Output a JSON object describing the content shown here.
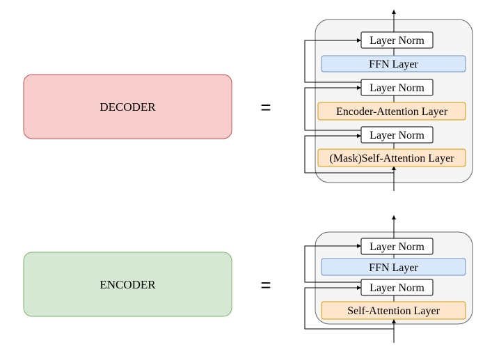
{
  "decoder": {
    "title": "DECODER",
    "equals": "=",
    "layers": {
      "norm_top": "Layer Norm",
      "ffn": "FFN Layer",
      "norm_mid": "Layer Norm",
      "cross_attention": "Encoder-Attention Layer",
      "norm_bottom": "Layer Norm",
      "self_attention": "(Mask)Self-Attention Layer"
    }
  },
  "encoder": {
    "title": "ENCODER",
    "equals": "=",
    "layers": {
      "norm_top": "Layer Norm",
      "ffn": "FFN Layer",
      "norm_bottom": "Layer Norm",
      "self_attention": "Self-Attention Layer"
    }
  },
  "colors": {
    "decoder_fill": "#f8cecc",
    "decoder_stroke": "#b85450",
    "encoder_fill": "#d5e8d4",
    "encoder_stroke": "#82b366",
    "ffn_fill": "#dae8fc",
    "ffn_stroke": "#6c8ebf",
    "attention_fill": "#ffe6cc",
    "attention_stroke": "#d79b00",
    "container_fill": "#f5f5f5",
    "container_stroke": "#666666"
  }
}
